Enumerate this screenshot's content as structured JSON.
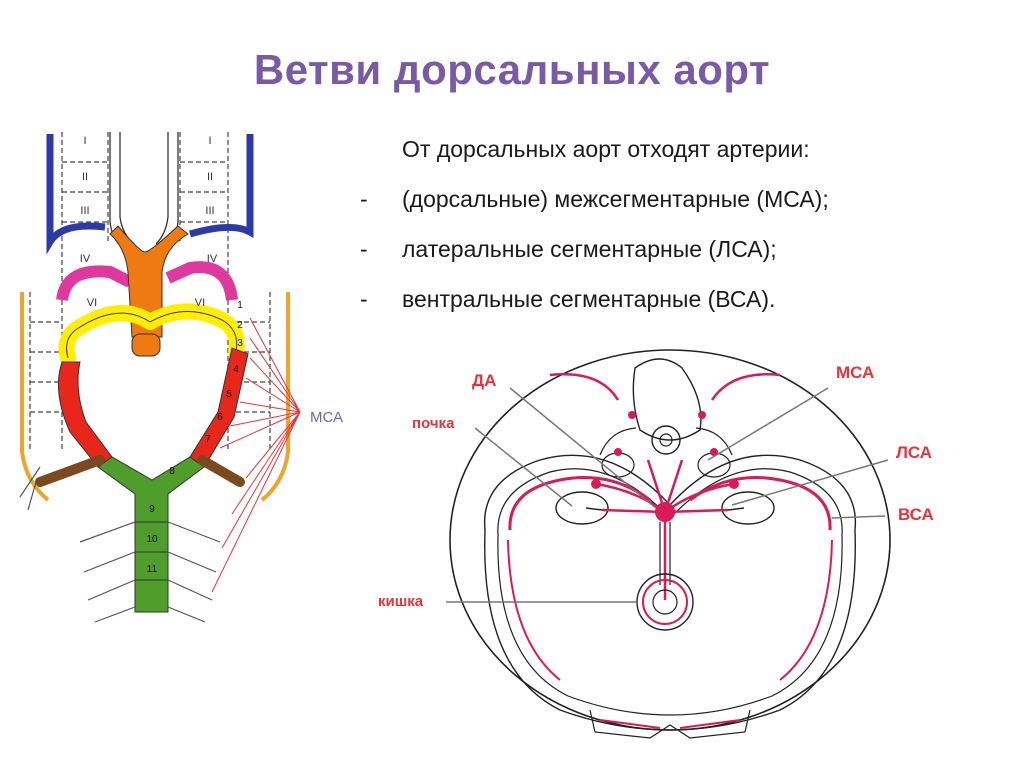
{
  "slide": {
    "title": "Ветви дорсальных аорт",
    "intro": "От дорсальных аорт отходят артерии:",
    "bullets": [
      {
        "dash": "-",
        "text": "(дорсальные) межсегментарные (МСА);"
      },
      {
        "dash": "-",
        "text": "латеральные сегментарные (ЛСА);"
      },
      {
        "dash": "-",
        "text": "вентральные сегментарные (ВСА)."
      }
    ]
  },
  "left_figure": {
    "arch_labels": [
      "I",
      "II",
      "III",
      "IV",
      "VI"
    ],
    "segment_numbers": [
      "1",
      "2",
      "3",
      "4",
      "5",
      "6",
      "7",
      "8",
      "9",
      "10",
      "11"
    ],
    "msa_label": "МСА"
  },
  "right_figure": {
    "labels": {
      "da": "ДА",
      "msa": "МСА",
      "pochka": "почка",
      "lsa": "ЛСА",
      "vsa": "ВСА",
      "kishka": "кишка"
    }
  },
  "colors": {
    "title": "#7a5aa6",
    "arch_blue": "#2b3aa8",
    "arch_magenta": "#e0399d",
    "arch_yellow": "#ffee00",
    "aorta_red": "#e8261a",
    "aorta_orange": "#f07a12",
    "aorta_green": "#4f9e2c",
    "segmental_brown": "#7a4a1e",
    "rib_orange": "#f0a52a",
    "diagram_red": "#d81b5a",
    "pointer_red": "#e8333a",
    "pointer_gray": "#777777"
  }
}
